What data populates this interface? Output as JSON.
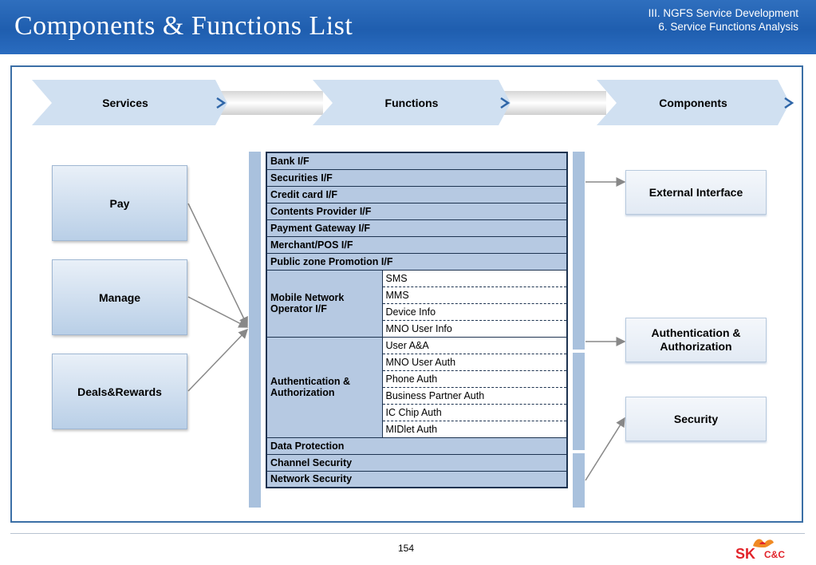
{
  "header": {
    "title": "Components & Functions List",
    "breadcrumb_line1": "III. NGFS Service Development",
    "breadcrumb_line2": "6. Service Functions Analysis"
  },
  "flow": {
    "services": "Services",
    "functions": "Functions",
    "components": "Components"
  },
  "services": [
    "Pay",
    "Manage",
    "Deals&Rewards"
  ],
  "functions": {
    "top": [
      "Bank I/F",
      "Securities I/F",
      "Credit card I/F",
      "Contents Provider I/F",
      "Payment Gateway I/F",
      "Merchant/POS I/F",
      "Public zone Promotion I/F"
    ],
    "mno_group": "Mobile Network Operator I/F",
    "mno_items": [
      "SMS",
      "MMS",
      "Device Info",
      "MNO User Info"
    ],
    "auth_group": "Authentication & Authorization",
    "auth_items": [
      "User A&A",
      "MNO User Auth",
      "Phone Auth",
      "Business Partner Auth",
      "IC Chip Auth",
      "MIDlet Auth"
    ],
    "bottom": [
      "Data Protection",
      "Channel Security",
      "Network Security"
    ]
  },
  "components": [
    "External Interface",
    "Authentication & Authorization",
    "Security"
  ],
  "footer": {
    "page": "154",
    "logo_sk": "SK",
    "logo_cc": "C&C"
  },
  "colors": {
    "header": "#2266b8",
    "accent_light": "#b6c9e2",
    "frame": "#3b6fa6",
    "logo": "#e2232a"
  }
}
